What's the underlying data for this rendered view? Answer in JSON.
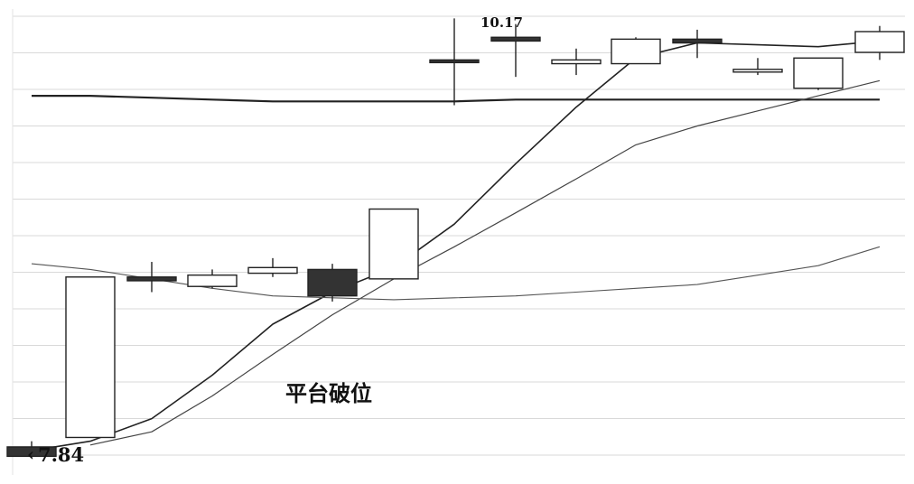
{
  "chart_data": {
    "type": "candlestick",
    "title": "",
    "grid": true,
    "annotations": {
      "low_label": "7.84",
      "high_label": "10.17",
      "pattern_label": "平台破位"
    },
    "candles": [
      {
        "open": 7.9,
        "close": 7.85,
        "high": 7.93,
        "low": 7.84
      },
      {
        "open": 7.95,
        "close": 8.8,
        "high": 8.8,
        "low": 7.95
      },
      {
        "open": 8.8,
        "close": 8.78,
        "high": 8.88,
        "low": 8.72
      },
      {
        "open": 8.75,
        "close": 8.81,
        "high": 8.84,
        "low": 8.74
      },
      {
        "open": 8.82,
        "close": 8.85,
        "high": 8.9,
        "low": 8.8
      },
      {
        "open": 8.84,
        "close": 8.7,
        "high": 8.87,
        "low": 8.67
      },
      {
        "open": 8.79,
        "close": 9.16,
        "high": 9.16,
        "low": 8.79
      },
      {
        "open": 9.95,
        "close": 9.94,
        "high": 10.17,
        "low": 9.71
      },
      {
        "open": 10.07,
        "close": 10.05,
        "high": 10.14,
        "low": 9.86
      },
      {
        "open": 9.93,
        "close": 9.95,
        "high": 10.01,
        "low": 9.87
      },
      {
        "open": 9.93,
        "close": 10.06,
        "high": 10.07,
        "low": 9.93
      },
      {
        "open": 10.06,
        "close": 10.04,
        "high": 10.11,
        "low": 9.96
      },
      {
        "open": 9.89,
        "close": 9.9,
        "high": 9.96,
        "low": 9.87
      },
      {
        "open": 9.8,
        "close": 9.96,
        "high": 9.96,
        "low": 9.79
      },
      {
        "open": 9.99,
        "close": 10.1,
        "high": 10.13,
        "low": 9.95
      }
    ],
    "series": [
      {
        "values": [
          9.76,
          9.76,
          9.75,
          9.74,
          9.73,
          9.73,
          9.73,
          9.73,
          9.74,
          9.74,
          9.74,
          9.74,
          9.74,
          9.74,
          9.74
        ]
      },
      {
        "values": [
          7.88,
          7.93,
          8.05,
          8.28,
          8.55,
          8.72,
          8.85,
          9.08,
          9.4,
          9.7,
          9.96,
          10.04,
          10.03,
          10.02,
          10.05
        ]
      },
      {
        "values": [
          null,
          7.91,
          7.98,
          8.17,
          8.39,
          8.6,
          8.79,
          8.96,
          9.14,
          9.32,
          9.5,
          9.6,
          9.68,
          9.76,
          9.84
        ]
      },
      {
        "values": [
          8.87,
          8.84,
          8.79,
          8.74,
          8.7,
          8.69,
          8.68,
          8.69,
          8.7,
          8.72,
          8.74,
          8.76,
          8.81,
          8.86,
          8.96
        ]
      }
    ],
    "ylim": [
      7.78,
      10.21
    ]
  }
}
